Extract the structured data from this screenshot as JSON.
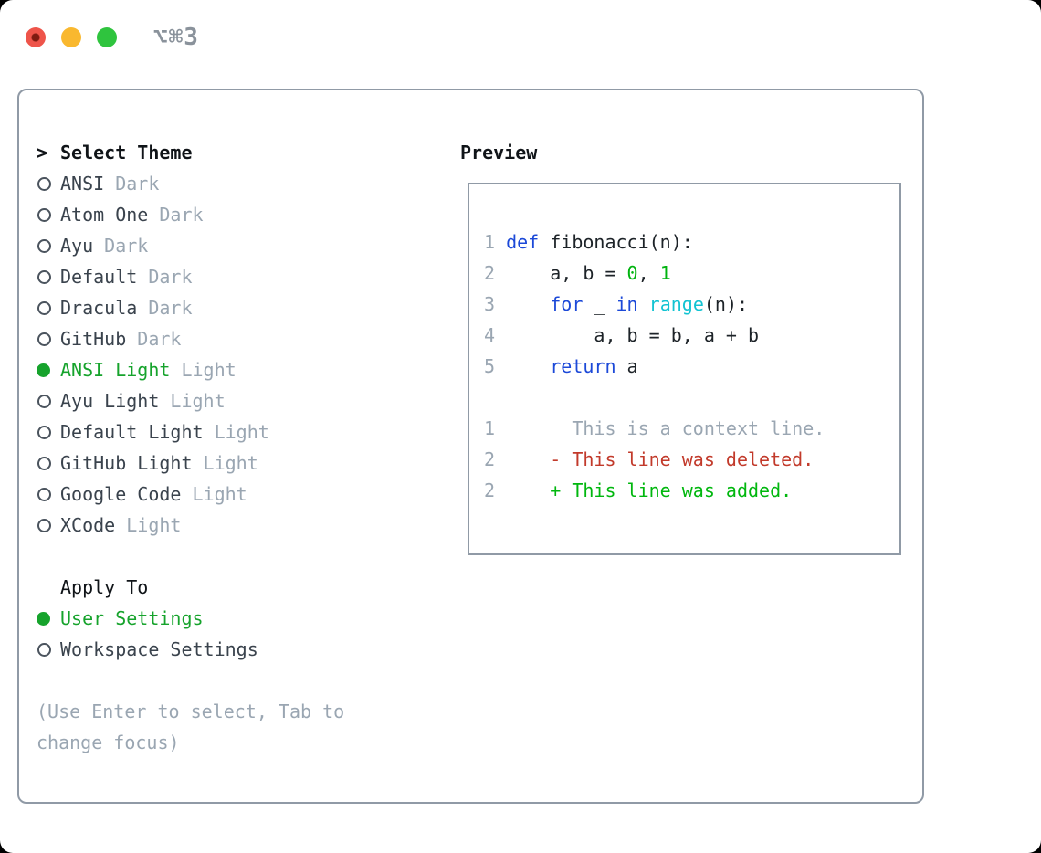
{
  "window": {
    "title": "⌥⌘3"
  },
  "panel": {
    "select_marker": ">",
    "select_header": "Select Theme",
    "themes": [
      {
        "name": "ANSI",
        "variant": "Dark",
        "selected": false
      },
      {
        "name": "Atom One",
        "variant": "Dark",
        "selected": false
      },
      {
        "name": "Ayu",
        "variant": "Dark",
        "selected": false
      },
      {
        "name": "Default",
        "variant": "Dark",
        "selected": false
      },
      {
        "name": "Dracula",
        "variant": "Dark",
        "selected": false
      },
      {
        "name": "GitHub",
        "variant": "Dark",
        "selected": false
      },
      {
        "name": "ANSI Light",
        "variant": "Light",
        "selected": true
      },
      {
        "name": "Ayu Light",
        "variant": "Light",
        "selected": false
      },
      {
        "name": "Default Light",
        "variant": "Light",
        "selected": false
      },
      {
        "name": "GitHub Light",
        "variant": "Light",
        "selected": false
      },
      {
        "name": "Google Code",
        "variant": "Light",
        "selected": false
      },
      {
        "name": "XCode",
        "variant": "Light",
        "selected": false
      }
    ],
    "apply_header": "Apply To",
    "apply_options": [
      {
        "label": "User Settings",
        "selected": true
      },
      {
        "label": "Workspace Settings",
        "selected": false
      }
    ],
    "help_line1": "(Use Enter to select, Tab to",
    "help_line2": "change focus)"
  },
  "preview": {
    "header": "Preview",
    "lines": [
      {
        "num": "1",
        "tokens": [
          {
            "t": "def",
            "c": "keyword"
          },
          {
            "t": " fibonacci(n):",
            "c": "fg"
          }
        ]
      },
      {
        "num": "2",
        "tokens": [
          {
            "t": "    a, b = ",
            "c": "fg"
          },
          {
            "t": "0",
            "c": "number"
          },
          {
            "t": ", ",
            "c": "fg"
          },
          {
            "t": "1",
            "c": "number"
          }
        ]
      },
      {
        "num": "3",
        "tokens": [
          {
            "t": "    ",
            "c": "fg"
          },
          {
            "t": "for",
            "c": "keyword"
          },
          {
            "t": " _ ",
            "c": "fg"
          },
          {
            "t": "in",
            "c": "keyword"
          },
          {
            "t": " ",
            "c": "fg"
          },
          {
            "t": "range",
            "c": "builtin"
          },
          {
            "t": "(n):",
            "c": "fg"
          }
        ]
      },
      {
        "num": "4",
        "tokens": [
          {
            "t": "        a, b = b, a + b",
            "c": "fg"
          }
        ]
      },
      {
        "num": "5",
        "tokens": [
          {
            "t": "    ",
            "c": "fg"
          },
          {
            "t": "return",
            "c": "keyword"
          },
          {
            "t": " a",
            "c": "fg"
          }
        ]
      },
      {
        "num": "",
        "tokens": []
      },
      {
        "num": "1",
        "tokens": [
          {
            "t": "      This is a context line.",
            "c": "muted"
          }
        ]
      },
      {
        "num": "2",
        "tokens": [
          {
            "t": "    - This line was deleted.",
            "c": "deleted"
          }
        ]
      },
      {
        "num": "2",
        "tokens": [
          {
            "t": "    + This line was added.",
            "c": "added"
          }
        ]
      }
    ]
  },
  "colors": {
    "keyword": "#1c49d8",
    "builtin": "#12c3d2",
    "number": "#00b30f",
    "fg": "#1d2328",
    "muted": "#9aa6b2",
    "deleted": "#c23a2b",
    "added": "#00b70e",
    "selected_green": "#16a32c",
    "item_text": "#3a434d",
    "header_text": "#101418",
    "border": "#909aa6",
    "ring": "#4a535d",
    "traffic_red": "#ee544a",
    "traffic_yellow": "#f9b82f",
    "traffic_green": "#2fc43e",
    "title_gray": "#8a929b"
  }
}
